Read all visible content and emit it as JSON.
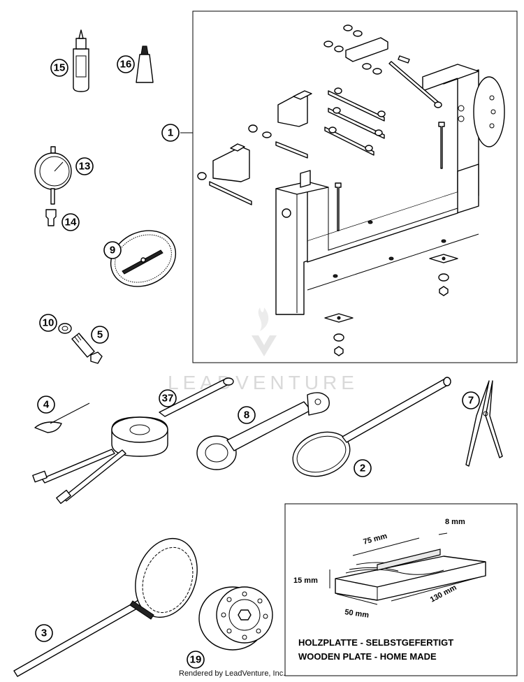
{
  "diagram": {
    "callouts": [
      "1",
      "2",
      "3",
      "4",
      "5",
      "7",
      "8",
      "9",
      "10",
      "13",
      "14",
      "15",
      "16",
      "19",
      "37"
    ],
    "inset": {
      "dimensions": {
        "width": "75 mm",
        "slot": "8 mm",
        "thickness": "15 mm",
        "depth": "50 mm",
        "length": "130 mm"
      },
      "caption_de": "HOLZPLATTE - SELBSTGEFERTIGT",
      "caption_en": "WOODEN PLATE - HOME MADE"
    },
    "watermark": "LEADVENTURE"
  },
  "footer": {
    "text": "Rendered by LeadVenture, Inc."
  }
}
